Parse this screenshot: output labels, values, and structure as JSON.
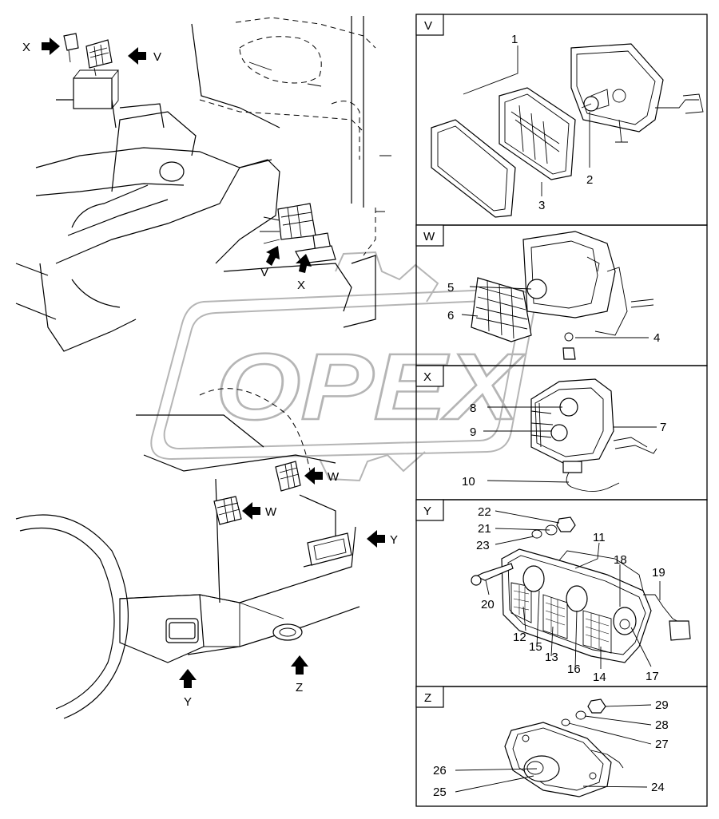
{
  "watermark": {
    "text": "OPEX"
  },
  "panels": [
    {
      "letter": "V",
      "callouts": [
        "1",
        "2",
        "3"
      ]
    },
    {
      "letter": "W",
      "callouts": [
        "4",
        "5",
        "6"
      ]
    },
    {
      "letter": "X",
      "callouts": [
        "7",
        "8",
        "9",
        "10"
      ]
    },
    {
      "letter": "Y",
      "callouts": [
        "11",
        "12",
        "13",
        "14",
        "15",
        "16",
        "17",
        "18",
        "19",
        "20",
        "21",
        "22",
        "23"
      ]
    },
    {
      "letter": "Z",
      "callouts": [
        "24",
        "25",
        "26",
        "27",
        "28",
        "29"
      ]
    }
  ],
  "overview": {
    "view_arrows": [
      {
        "label": "X"
      },
      {
        "label": "V"
      },
      {
        "label": "V"
      },
      {
        "label": "X"
      },
      {
        "label": "W"
      },
      {
        "label": "W"
      },
      {
        "label": "Y"
      },
      {
        "label": "Y"
      },
      {
        "label": "Z"
      }
    ]
  },
  "colors": {
    "line": "#000000",
    "background": "#ffffff",
    "watermark": "#b5b5b5"
  }
}
